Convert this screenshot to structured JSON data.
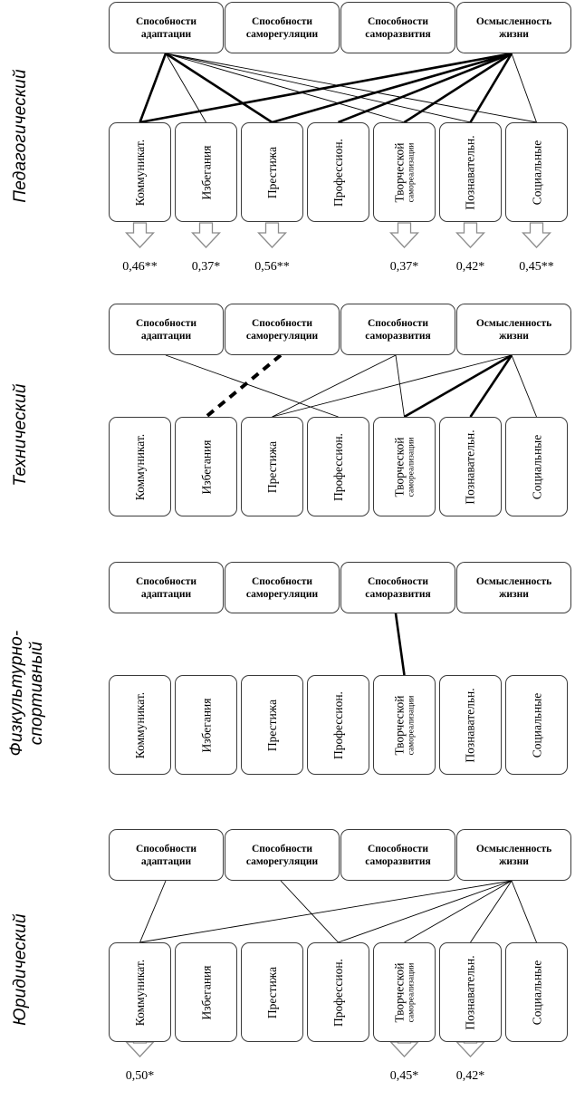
{
  "figure": {
    "type": "multi-panel-path-diagram",
    "panel_count": 4,
    "top_row_label_count": 4,
    "bottom_row_label_count": 7
  },
  "top_nodes": [
    {
      "id": "adapt",
      "line1": "Способности",
      "line2": "адаптации",
      "text": "Способности\nадаптации"
    },
    {
      "id": "selfreg",
      "line1": "Способности",
      "line2": "саморегуляции",
      "text": "Способности\nсаморегуляции"
    },
    {
      "id": "selfdev",
      "line1": "Способности",
      "line2": "саморазвития",
      "text": "Способности\nсаморазвития"
    },
    {
      "id": "meaning",
      "line1": "Осмысленность",
      "line2": "жизни",
      "text": "Осмысленность\nжизни"
    }
  ],
  "bottom_nodes": [
    {
      "id": "comm",
      "main": "Коммуникат.",
      "sub": ""
    },
    {
      "id": "avoid",
      "main": "Избегания",
      "sub": ""
    },
    {
      "id": "prestige",
      "main": "Престижа",
      "sub": ""
    },
    {
      "id": "prof",
      "main": "Профессион.",
      "sub": ""
    },
    {
      "id": "creative",
      "main": "Творческой",
      "sub": "самореализации"
    },
    {
      "id": "cognit",
      "main": "Познавательн.",
      "sub": ""
    },
    {
      "id": "social",
      "main": "Социальные",
      "sub": ""
    }
  ],
  "panels": [
    {
      "id": "pedagogical",
      "label": "Педагогический",
      "edges": [
        {
          "from": "adapt",
          "to": "comm",
          "weight": "thick",
          "style": "solid"
        },
        {
          "from": "adapt",
          "to": "avoid",
          "weight": "thin",
          "style": "solid"
        },
        {
          "from": "adapt",
          "to": "prestige",
          "weight": "thick",
          "style": "solid"
        },
        {
          "from": "adapt",
          "to": "creative",
          "weight": "thin",
          "style": "solid"
        },
        {
          "from": "adapt",
          "to": "cognit",
          "weight": "thin",
          "style": "solid"
        },
        {
          "from": "adapt",
          "to": "social",
          "weight": "thin",
          "style": "solid"
        },
        {
          "from": "meaning",
          "to": "comm",
          "weight": "thick",
          "style": "solid"
        },
        {
          "from": "meaning",
          "to": "prestige",
          "weight": "thick",
          "style": "solid"
        },
        {
          "from": "meaning",
          "to": "prof",
          "weight": "thick",
          "style": "solid"
        },
        {
          "from": "meaning",
          "to": "creative",
          "weight": "thick",
          "style": "solid"
        },
        {
          "from": "meaning",
          "to": "cognit",
          "weight": "thick",
          "style": "solid"
        },
        {
          "from": "meaning",
          "to": "social",
          "weight": "thin",
          "style": "solid"
        }
      ],
      "coefficients": [
        {
          "node": "comm",
          "value": "0,46**"
        },
        {
          "node": "avoid",
          "value": "0,37*"
        },
        {
          "node": "prestige",
          "value": "0,56**"
        },
        {
          "node": "creative",
          "value": "0,37*"
        },
        {
          "node": "cognit",
          "value": "0,42*"
        },
        {
          "node": "social",
          "value": "0,45**"
        }
      ]
    },
    {
      "id": "technical",
      "label": "Технический",
      "edges": [
        {
          "from": "adapt",
          "to": "prof",
          "weight": "thin",
          "style": "solid"
        },
        {
          "from": "selfreg",
          "to": "avoid",
          "weight": "thick",
          "style": "dashed"
        },
        {
          "from": "selfdev",
          "to": "prestige",
          "weight": "thin",
          "style": "solid"
        },
        {
          "from": "selfdev",
          "to": "creative",
          "weight": "thin",
          "style": "solid"
        },
        {
          "from": "meaning",
          "to": "prestige",
          "weight": "thin",
          "style": "solid"
        },
        {
          "from": "meaning",
          "to": "creative",
          "weight": "thick",
          "style": "solid"
        },
        {
          "from": "meaning",
          "to": "cognit",
          "weight": "thick",
          "style": "solid"
        },
        {
          "from": "meaning",
          "to": "social",
          "weight": "thin",
          "style": "solid"
        }
      ],
      "coefficients": []
    },
    {
      "id": "sports",
      "label": "Физкультурно-\nспортивный",
      "edges": [
        {
          "from": "selfdev",
          "to": "creative",
          "weight": "thick",
          "style": "solid"
        }
      ],
      "coefficients": []
    },
    {
      "id": "juridical",
      "label": "Юридический",
      "edges": [
        {
          "from": "adapt",
          "to": "comm",
          "weight": "thin",
          "style": "solid"
        },
        {
          "from": "selfreg",
          "to": "prof",
          "weight": "thin",
          "style": "solid"
        },
        {
          "from": "meaning",
          "to": "comm",
          "weight": "thin",
          "style": "solid"
        },
        {
          "from": "meaning",
          "to": "prof",
          "weight": "thin",
          "style": "solid"
        },
        {
          "from": "meaning",
          "to": "creative",
          "weight": "thin",
          "style": "solid"
        },
        {
          "from": "meaning",
          "to": "cognit",
          "weight": "thin",
          "style": "solid"
        },
        {
          "from": "meaning",
          "to": "social",
          "weight": "thin",
          "style": "solid"
        }
      ],
      "coefficients": [
        {
          "node": "comm",
          "value": "0,50*"
        },
        {
          "node": "creative",
          "value": "0,45*"
        },
        {
          "node": "cognit",
          "value": "0,42*"
        }
      ]
    }
  ],
  "colors": {
    "stroke": "#3a3a3a",
    "line": "#000000",
    "arrow": "#8c8c8c",
    "background": "#ffffff"
  }
}
